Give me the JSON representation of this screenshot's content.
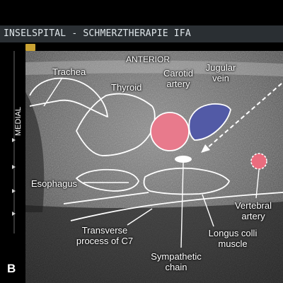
{
  "header": {
    "institution": "INSELSPITAL - SCHMERZTHERAPIE IFA"
  },
  "orientation": {
    "anterior": "ANTERIOR",
    "medial": "MEDIAL"
  },
  "panel_label": "B",
  "labels": {
    "trachea": "Trachea",
    "thyroid": "Thyroid",
    "carotid_line1": "Carotid",
    "carotid_line2": "artery",
    "jugular_line1": "Jugular",
    "jugular_line2": "vein",
    "esophagus": "Esophagus",
    "vertebral_line1": "Vertebral",
    "vertebral_line2": "artery",
    "transverse_line1": "Transverse",
    "transverse_line2": "process of C7",
    "longus_line1": "Longus colli",
    "longus_line2": "muscle",
    "sympathetic_line1": "Sympathetic",
    "sympathetic_line2": "chain"
  },
  "colors": {
    "carotid_artery": "#e87a8c",
    "jugular_vein": "#525aa6",
    "vertebral_artery": "#ea6c7e"
  }
}
